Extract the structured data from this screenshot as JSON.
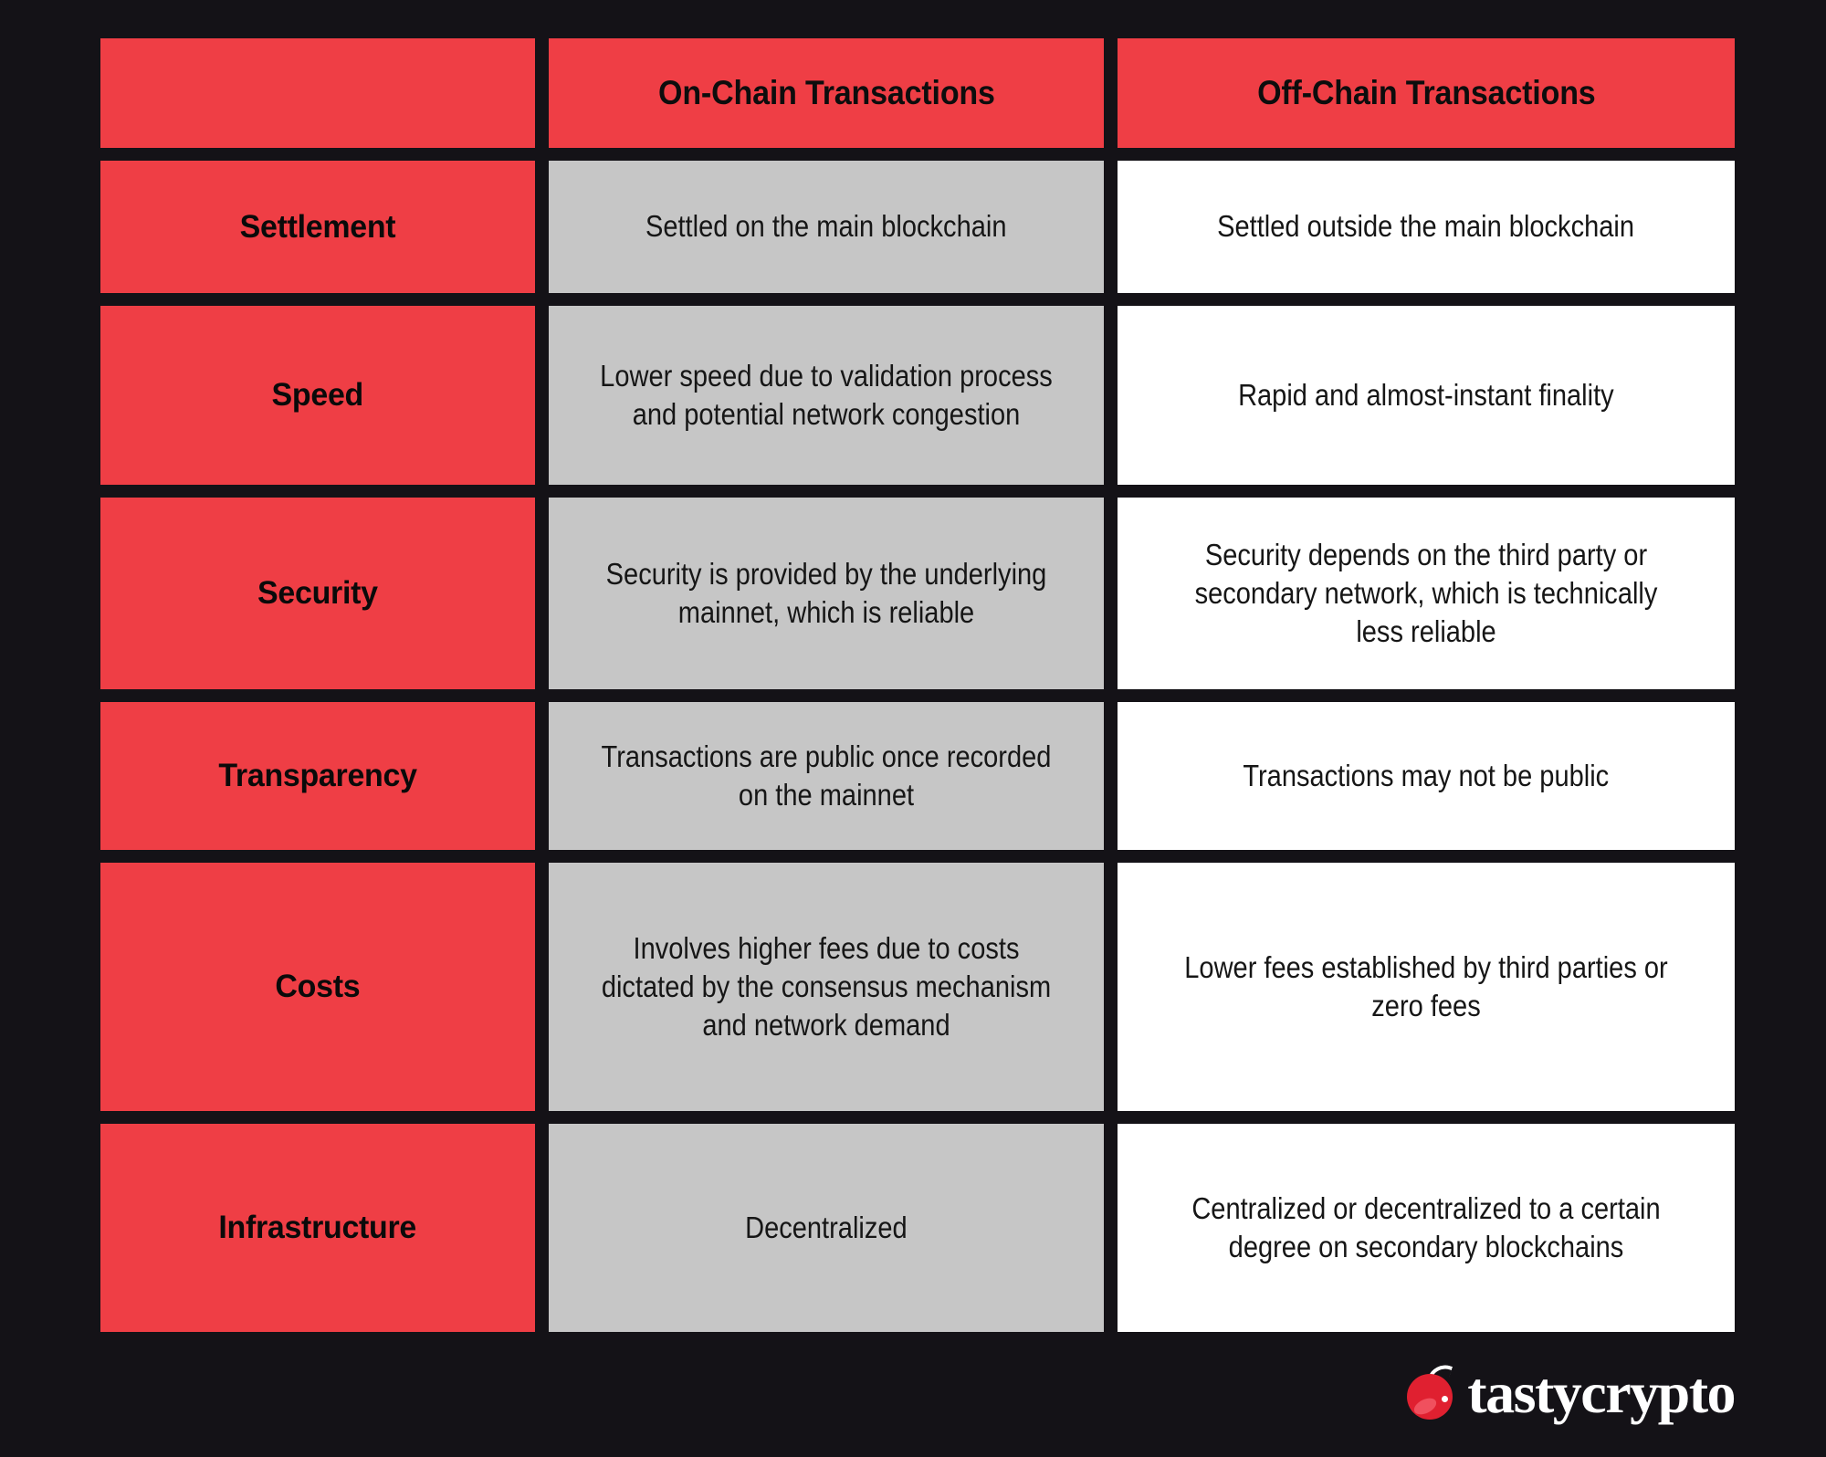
{
  "table": {
    "columns": [
      {
        "key": "label",
        "header": ""
      },
      {
        "key": "on_chain",
        "header": "On-Chain Transactions"
      },
      {
        "key": "off_chain",
        "header": "Off-Chain Transactions"
      }
    ],
    "rows": [
      {
        "label": "Settlement",
        "on_chain": "Settled on the main blockchain",
        "off_chain": "Settled outside the main blockchain"
      },
      {
        "label": "Speed",
        "on_chain": "Lower speed due to validation process and potential network congestion",
        "off_chain": "Rapid and almost-instant finality"
      },
      {
        "label": "Security",
        "on_chain": "Security is provided by the underlying mainnet, which is reliable",
        "off_chain": "Security depends on the third party or secondary network, which is technically less reliable"
      },
      {
        "label": "Transparency",
        "on_chain": "Transactions are public once recorded on the mainnet",
        "off_chain": "Transactions may not be public"
      },
      {
        "label": "Costs",
        "on_chain": "Involves higher fees due to costs dictated by the consensus mechanism and network demand",
        "off_chain": "Lower fees established by third parties or zero fees"
      },
      {
        "label": "Infrastructure",
        "on_chain": "Decentralized",
        "off_chain": "Centralized or decentralized to a certain degree on secondary blockchains"
      }
    ]
  },
  "branding": {
    "logo_text": "tastycrypto",
    "logo_icon": "cherry-icon"
  },
  "colors": {
    "background": "#141217",
    "accent_red": "#EF3E45",
    "on_chain_cell": "#C6C6C6",
    "off_chain_cell": "#FFFFFF",
    "text_dark": "#0D0D0D",
    "logo_white": "#FFFFFF",
    "cherry_red": "#E02030"
  }
}
